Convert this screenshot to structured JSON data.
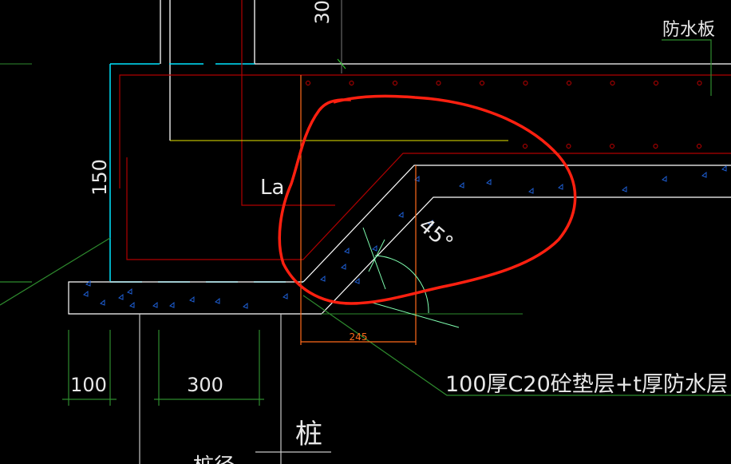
{
  "drawing": {
    "labels": {
      "top_dim": "30",
      "waterproof_slab": "防水板",
      "wall_dim": "150",
      "anchor_length": "La",
      "angle": "45°",
      "slope_dim": "245",
      "dim_left": "100",
      "dim_mid": "300",
      "cushion_note": "100厚C20砼垫层+t厚防水层",
      "pile": "桩",
      "pile_diameter": "桩径"
    },
    "colors": {
      "background": "#000000",
      "outline": "#ffffff",
      "wall_edge": "#00e5ff",
      "rebar": "#b00000",
      "dimension": "#2e8b2e",
      "slope_dimension": "#ff6a1a",
      "markup": "#ff2010",
      "hatch": "#1e5fd6",
      "yellow_line": "#e6e600"
    }
  }
}
